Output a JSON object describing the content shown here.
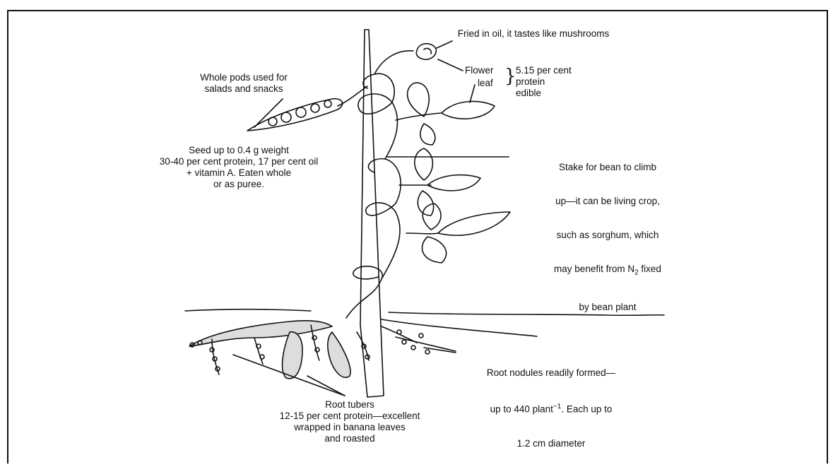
{
  "labels": {
    "fried": "Fried in oil, it tastes like mushrooms",
    "flower": "Flower",
    "leaf": "leaf",
    "protein_note": "5.15 per cent\nprotein\nedible",
    "pods": "Whole pods used for\nsalads and snacks",
    "seed": "Seed up to 0.4 g weight\n30-40 per cent protein, 17 per cent oil\n+ vitamin A. Eaten whole\nor as puree.",
    "stake_1": "Stake for bean to climb",
    "stake_2": "up—it can be living crop,",
    "stake_3": "such as sorghum, which",
    "stake_4a": "may benefit from N",
    "stake_4sub": "2",
    "stake_4b": " fixed",
    "stake_5": "by bean plant",
    "nodules_1": "Root nodules readily formed—",
    "nodules_2a": "up to 440 plant",
    "nodules_2sup": "−1",
    "nodules_2b": ". Each up to",
    "nodules_3": "1.2 cm diameter",
    "tubers": "Root tubers\n12-15 per cent protein—excellent\nwrapped in banana leaves\nand roasted"
  },
  "brace_glyph": "}"
}
